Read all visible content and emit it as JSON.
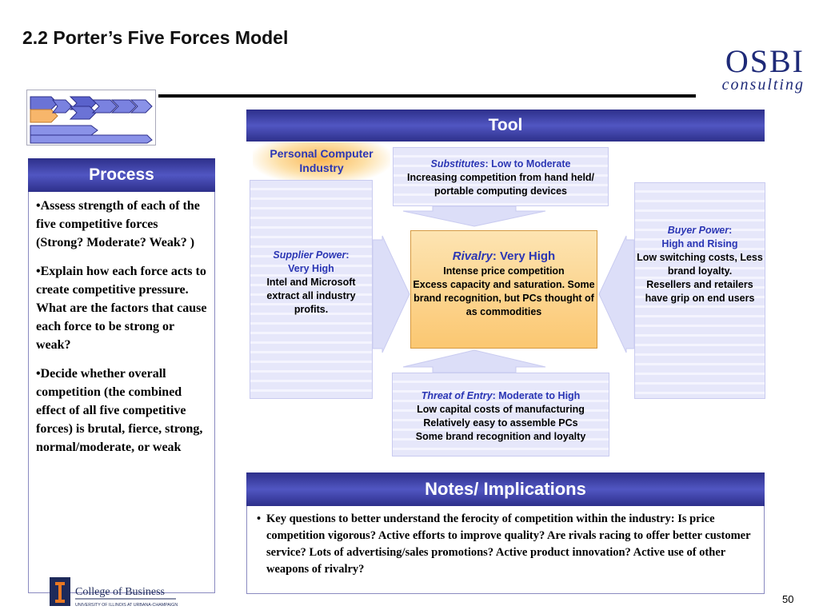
{
  "header": {
    "title": "2.2 Porter’s Five Forces Model",
    "logo_line1": "OSBI",
    "logo_line2": "consulting"
  },
  "process": {
    "title": "Process",
    "items": [
      "•Assess strength of each of the five competitive forces (Strong?  Moderate?  Weak? )",
      "•Explain how each force acts to create competitive pressure.  What are the factors that cause each force to be strong or weak?",
      "•Decide whether overall competition (the combined effect of all five competitive forces) is brutal, fierce, strong, normal/moderate, or weak"
    ]
  },
  "tool": {
    "title": "Tool",
    "industry": "Personal Computer Industry",
    "substitutes": {
      "label": "Substitutes",
      "rating": ":  Low to Moderate",
      "text": "Increasing competition from hand held/ portable computing devices"
    },
    "supplier": {
      "label": "Supplier Power",
      "rating_line1": ":",
      "rating_line2": "Very High",
      "text": "Intel and Microsoft extract all industry profits."
    },
    "rivalry": {
      "label": "Rivalry",
      "rating": ":  Very High",
      "lines": [
        "Intense price competition",
        "Excess capacity and saturation.  Some brand recognition, but PCs thought of as commodities"
      ]
    },
    "buyer": {
      "label": "Buyer Power",
      "rating_line1": ":",
      "rating_line2": "High and Rising",
      "lines": [
        "Low switching costs, Less brand loyalty.",
        "Resellers and retailers",
        "have grip on end users"
      ]
    },
    "entry": {
      "label": "Threat of Entry",
      "rating": ":  Moderate to High",
      "lines": [
        "Low capital costs of manufacturing",
        "Relatively easy to assemble PCs",
        "Some brand recognition and loyalty"
      ]
    }
  },
  "notes": {
    "title": "Notes/ Implications",
    "bullet": "•",
    "text": "Key questions to better understand the ferocity of competition within the industry:  Is price competition vigorous?  Active efforts to improve quality?  Are rivals racing to offer better  customer service?  Lots of advertising/sales promotions?  Active product innovation?  Active use of other weapons of rivalry?"
  },
  "footer": {
    "college_name": "College of Business",
    "university": "UNIVERSITY OF ILLINOIS AT URBANA-CHAMPAIGN",
    "page_number": "50"
  },
  "colors": {
    "bar": "#2d2f8a",
    "accent_text": "#2b36b4",
    "rivalry_fill": "#fbc771",
    "force_fill": "#e6e7fa"
  }
}
